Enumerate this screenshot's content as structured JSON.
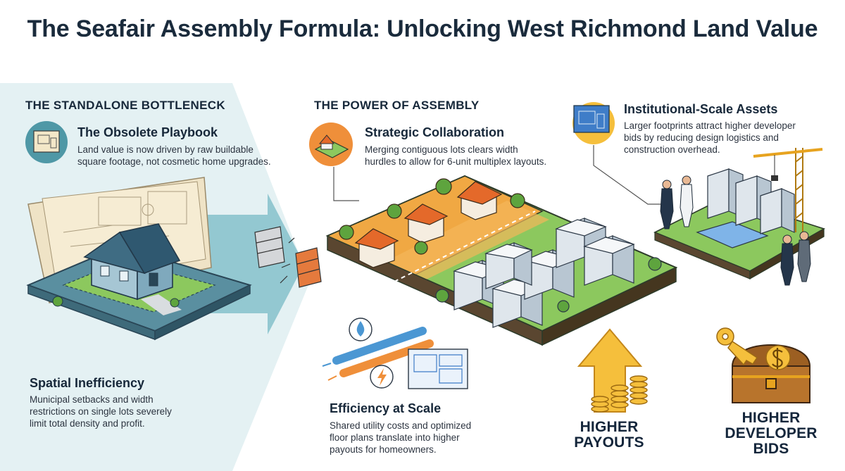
{
  "title": "The Seafair Assembly Formula: Unlocking West Richmond Land Value",
  "left": {
    "section_title": "THE STANDALONE BOTTLENECK",
    "playbook": {
      "heading": "The Obsolete Playbook",
      "body_line1": "Land value is now driven by raw buildable",
      "body_line2": "square footage, not cosmetic home upgrades."
    },
    "spatial": {
      "heading": "Spatial Inefficiency",
      "body_line1": "Municipal setbacks and width",
      "body_line2": "restrictions on single lots severely",
      "body_line3": "limit total density and profit."
    }
  },
  "middle": {
    "section_title": "THE POWER OF ASSEMBLY",
    "collab": {
      "heading": "Strategic Collaboration",
      "body_line1": "Merging contiguous lots clears width",
      "body_line2": "hurdles to allow for 6-unit multiplex layouts."
    },
    "efficiency": {
      "heading": "Efficiency at Scale",
      "body_line1": "Shared utility costs and optimized",
      "body_line2": "floor plans translate into higher",
      "body_line3": "payouts for homeowners."
    }
  },
  "right": {
    "institutional": {
      "heading": "Institutional-Scale Assets",
      "body_line1": "Larger footprints attract higher developer",
      "body_line2": "bids by reducing design logistics and",
      "body_line3": "construction overhead."
    },
    "payouts_label": {
      "line1": "HIGHER",
      "line2": "PAYOUTS"
    },
    "bids_label": {
      "line1": "HIGHER",
      "line2": "DEVELOPER",
      "line3": "BIDS"
    }
  },
  "colors": {
    "teal": "#4f98a6",
    "orange": "#ef8f3a",
    "gold": "#f5bf3c",
    "navy": "#17283a",
    "grass": "#7dbf4f"
  }
}
